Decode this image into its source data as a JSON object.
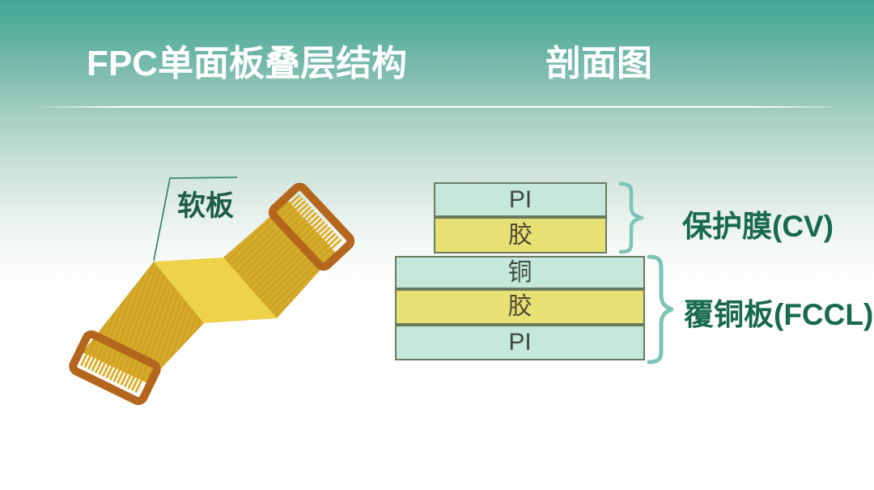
{
  "header": {
    "title_left": "FPC单面板叠层结构",
    "title_right": "剖面图"
  },
  "cable": {
    "label": "软板",
    "ribbon_color": "#d7ab29",
    "fold_color": "#eed24a",
    "connector_color": "#b4661d"
  },
  "stack": {
    "groups": [
      {
        "name": "cv",
        "label": "保护膜(CV)",
        "layers": [
          {
            "label": "PI",
            "type": "pi",
            "color": "#c6e8da"
          },
          {
            "label": "胶",
            "type": "adhesive",
            "color": "#e6e075"
          }
        ]
      },
      {
        "name": "fccl",
        "label": "覆铜板(FCCL)",
        "layers": [
          {
            "label": "铜",
            "type": "copper",
            "color": "#c6e8da"
          },
          {
            "label": "胶",
            "type": "adhesive",
            "color": "#e6e075"
          },
          {
            "label": "PI",
            "type": "pi",
            "color": "#c6e8da"
          }
        ]
      }
    ],
    "colors": {
      "layer_border": "#6c7a5f",
      "brace": "#7cc5b5",
      "group_label_text": "#17694f",
      "title_text": "#ffffff",
      "background_top": "#42a794"
    }
  }
}
